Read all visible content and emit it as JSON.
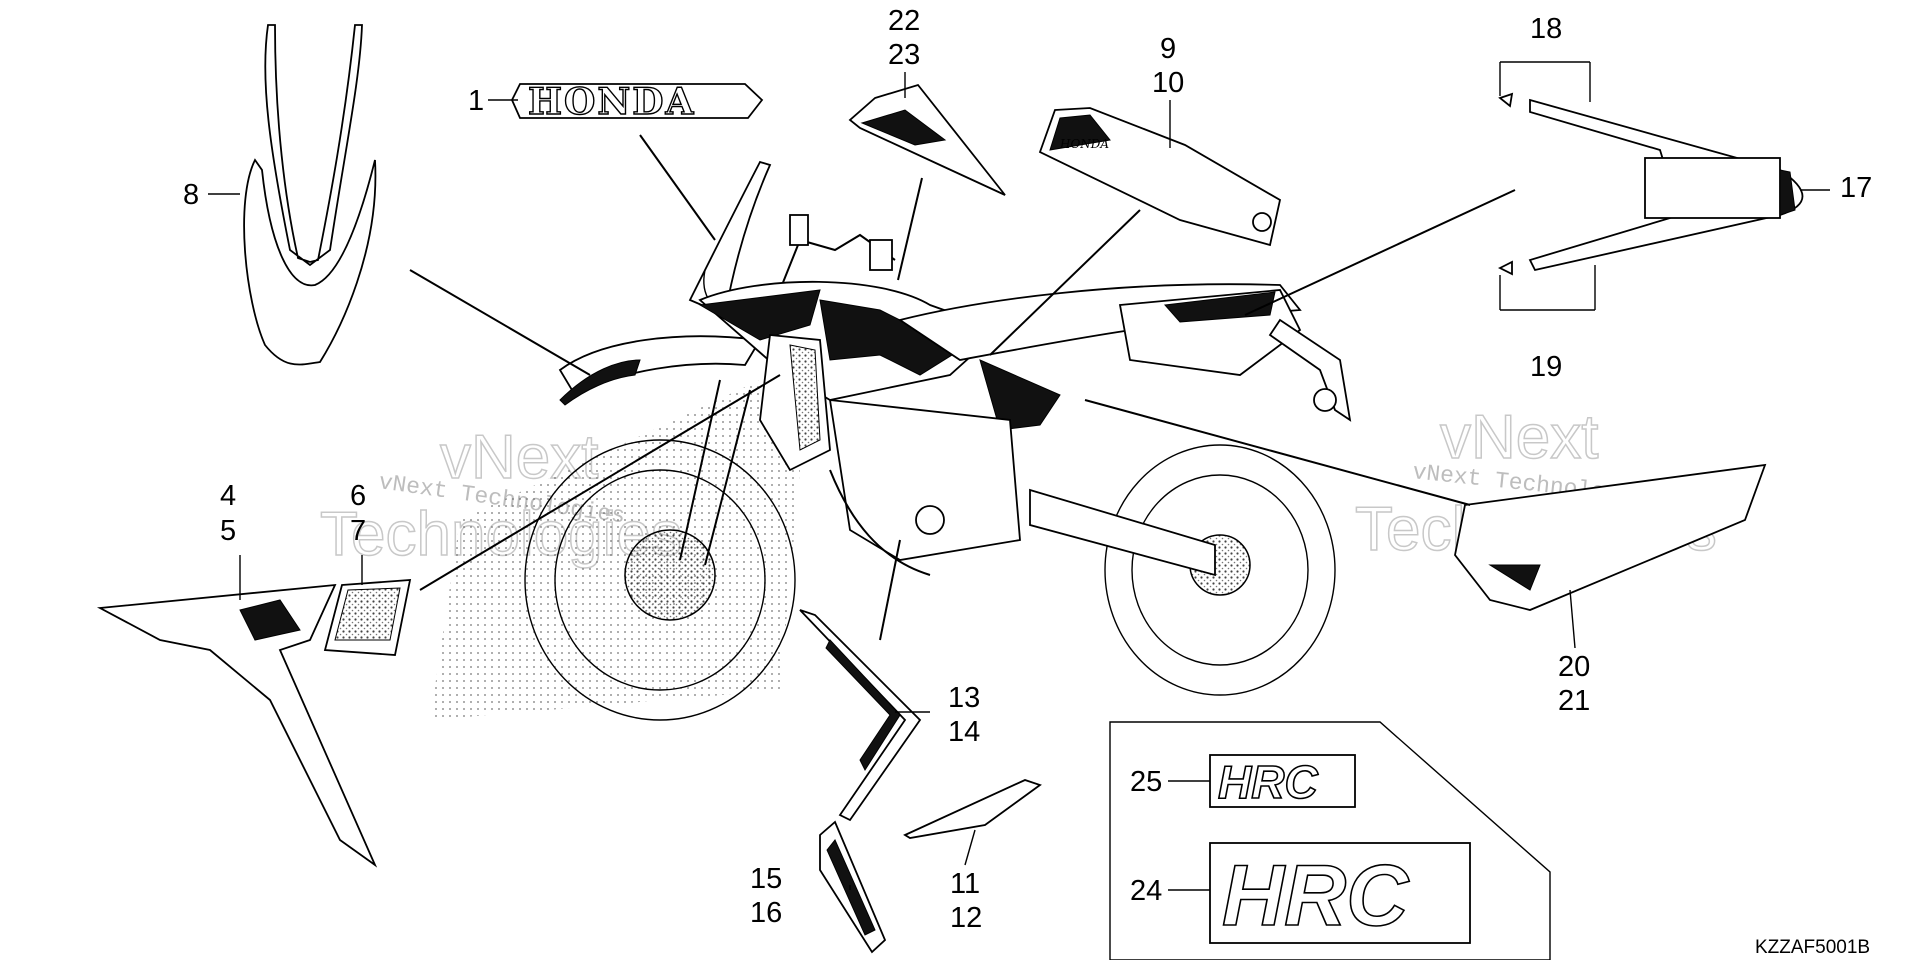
{
  "diagram_code": "KZZAF5001B",
  "watermark": {
    "small_text": "vNext Technologies",
    "large_line1": "vNext",
    "large_line2": "Technologies"
  },
  "logos": {
    "honda": "HONDA",
    "hrc": "HRC"
  },
  "callouts": [
    "1",
    "4",
    "5",
    "6",
    "7",
    "8",
    "9",
    "10",
    "11",
    "12",
    "13",
    "14",
    "15",
    "16",
    "17",
    "18",
    "19",
    "20",
    "21",
    "22",
    "23",
    "24",
    "25"
  ]
}
